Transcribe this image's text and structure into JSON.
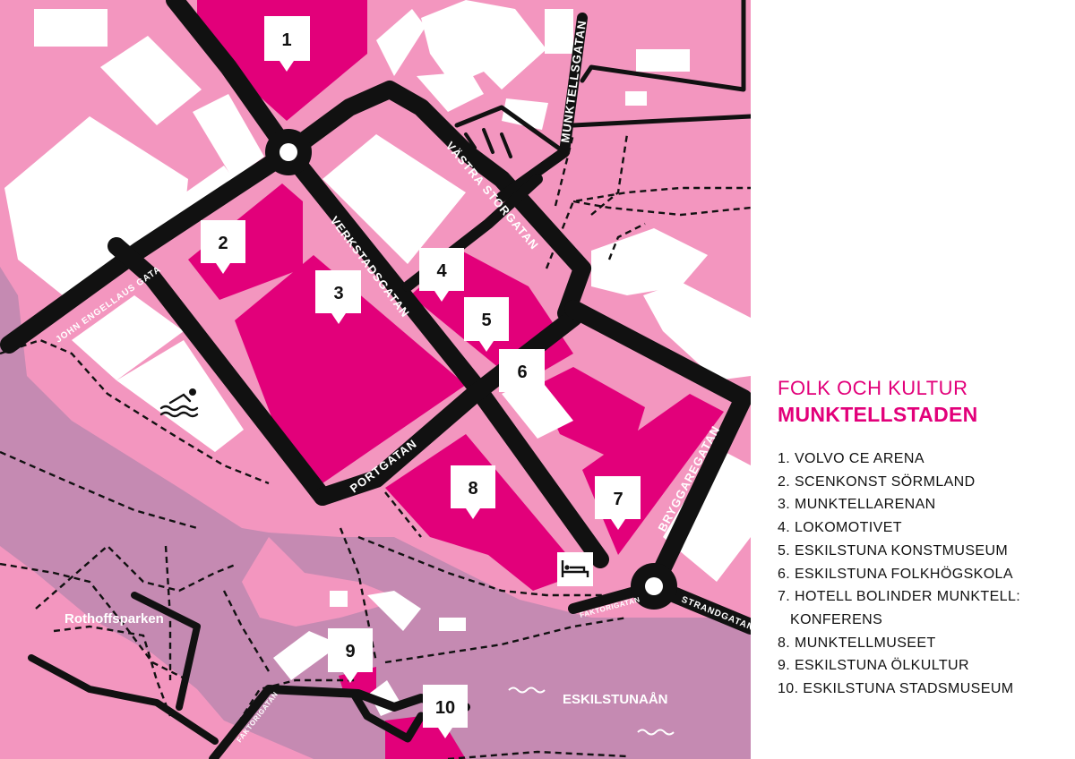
{
  "legend": {
    "subtitle": "FOLK OCH KULTUR",
    "title": "MUNKTELLSTADEN",
    "items": [
      "1. VOLVO CE ARENA",
      "2. SCENKONST SÖRMLAND",
      "3. MUNKTELLARENAN",
      "4. LOKOMOTIVET",
      "5. ESKILSTUNA KONSTMUSEUM",
      "6. ESKILSTUNA FOLKHÖGSKOLA",
      "7. HOTELL BOLINDER MUNKTELL:",
      "KONFERENS",
      "8. MUNKTELLMUSEET",
      "9. ESKILSTUNA ÖLKULTUR",
      "10. ESKILSTUNA STADSMUSEUM"
    ]
  },
  "streets": {
    "vastra_storgatan": "VÄSTRA STORGATAN",
    "munktellsgatan": "MUNKTELLSGATAN",
    "verkstadsgatan": "VERKSTADSGATAN",
    "john_engellaus_gata": "JOHN ENGELLAUS GATA",
    "portgatan": "PORTGATAN",
    "bryggaregatan": "BRYGGAREGATAN",
    "strandgatan": "STRANDGATAN",
    "faktorigatan_1": "FAKTORIGATAN",
    "faktorigatan_2": "FAKTORIGATAN"
  },
  "places": {
    "park": "Rothoffsparken",
    "river": "ESKILSTUNAÅN"
  },
  "markers": [
    "1",
    "2",
    "3",
    "4",
    "5",
    "6",
    "7",
    "8",
    "9",
    "10"
  ],
  "icons": [
    "swimming-icon",
    "hotel-bed-icon",
    "water-wave-icon"
  ],
  "colors": {
    "background": "#f396bf",
    "river": "#c58ab2",
    "venue": "#e2007a",
    "road": "#111111",
    "building": "#ffffff",
    "accent": "#e2007a"
  }
}
